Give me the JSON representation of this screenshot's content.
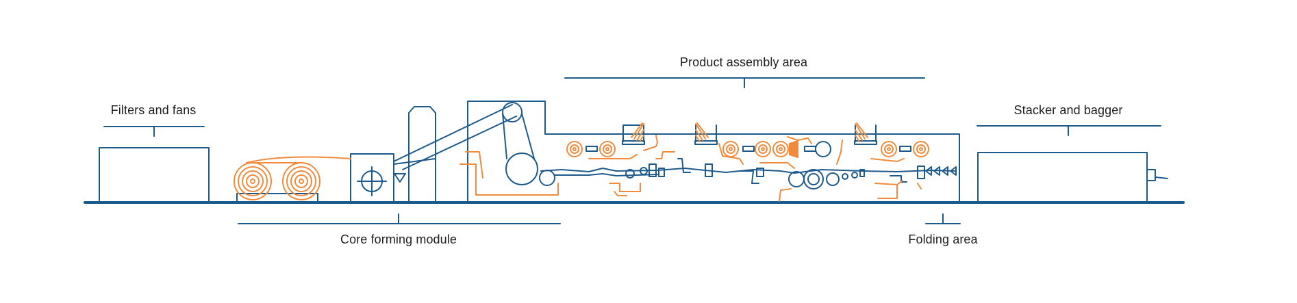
{
  "labels": {
    "filters": "Filters and fans",
    "core": "Core forming module",
    "assembly": "Product assembly area",
    "folding": "Folding area",
    "stacker": "Stacker and bagger"
  },
  "colors": {
    "line": "#1d5a8c",
    "accent": "#f28a3c",
    "text": "#1e1e1e"
  }
}
